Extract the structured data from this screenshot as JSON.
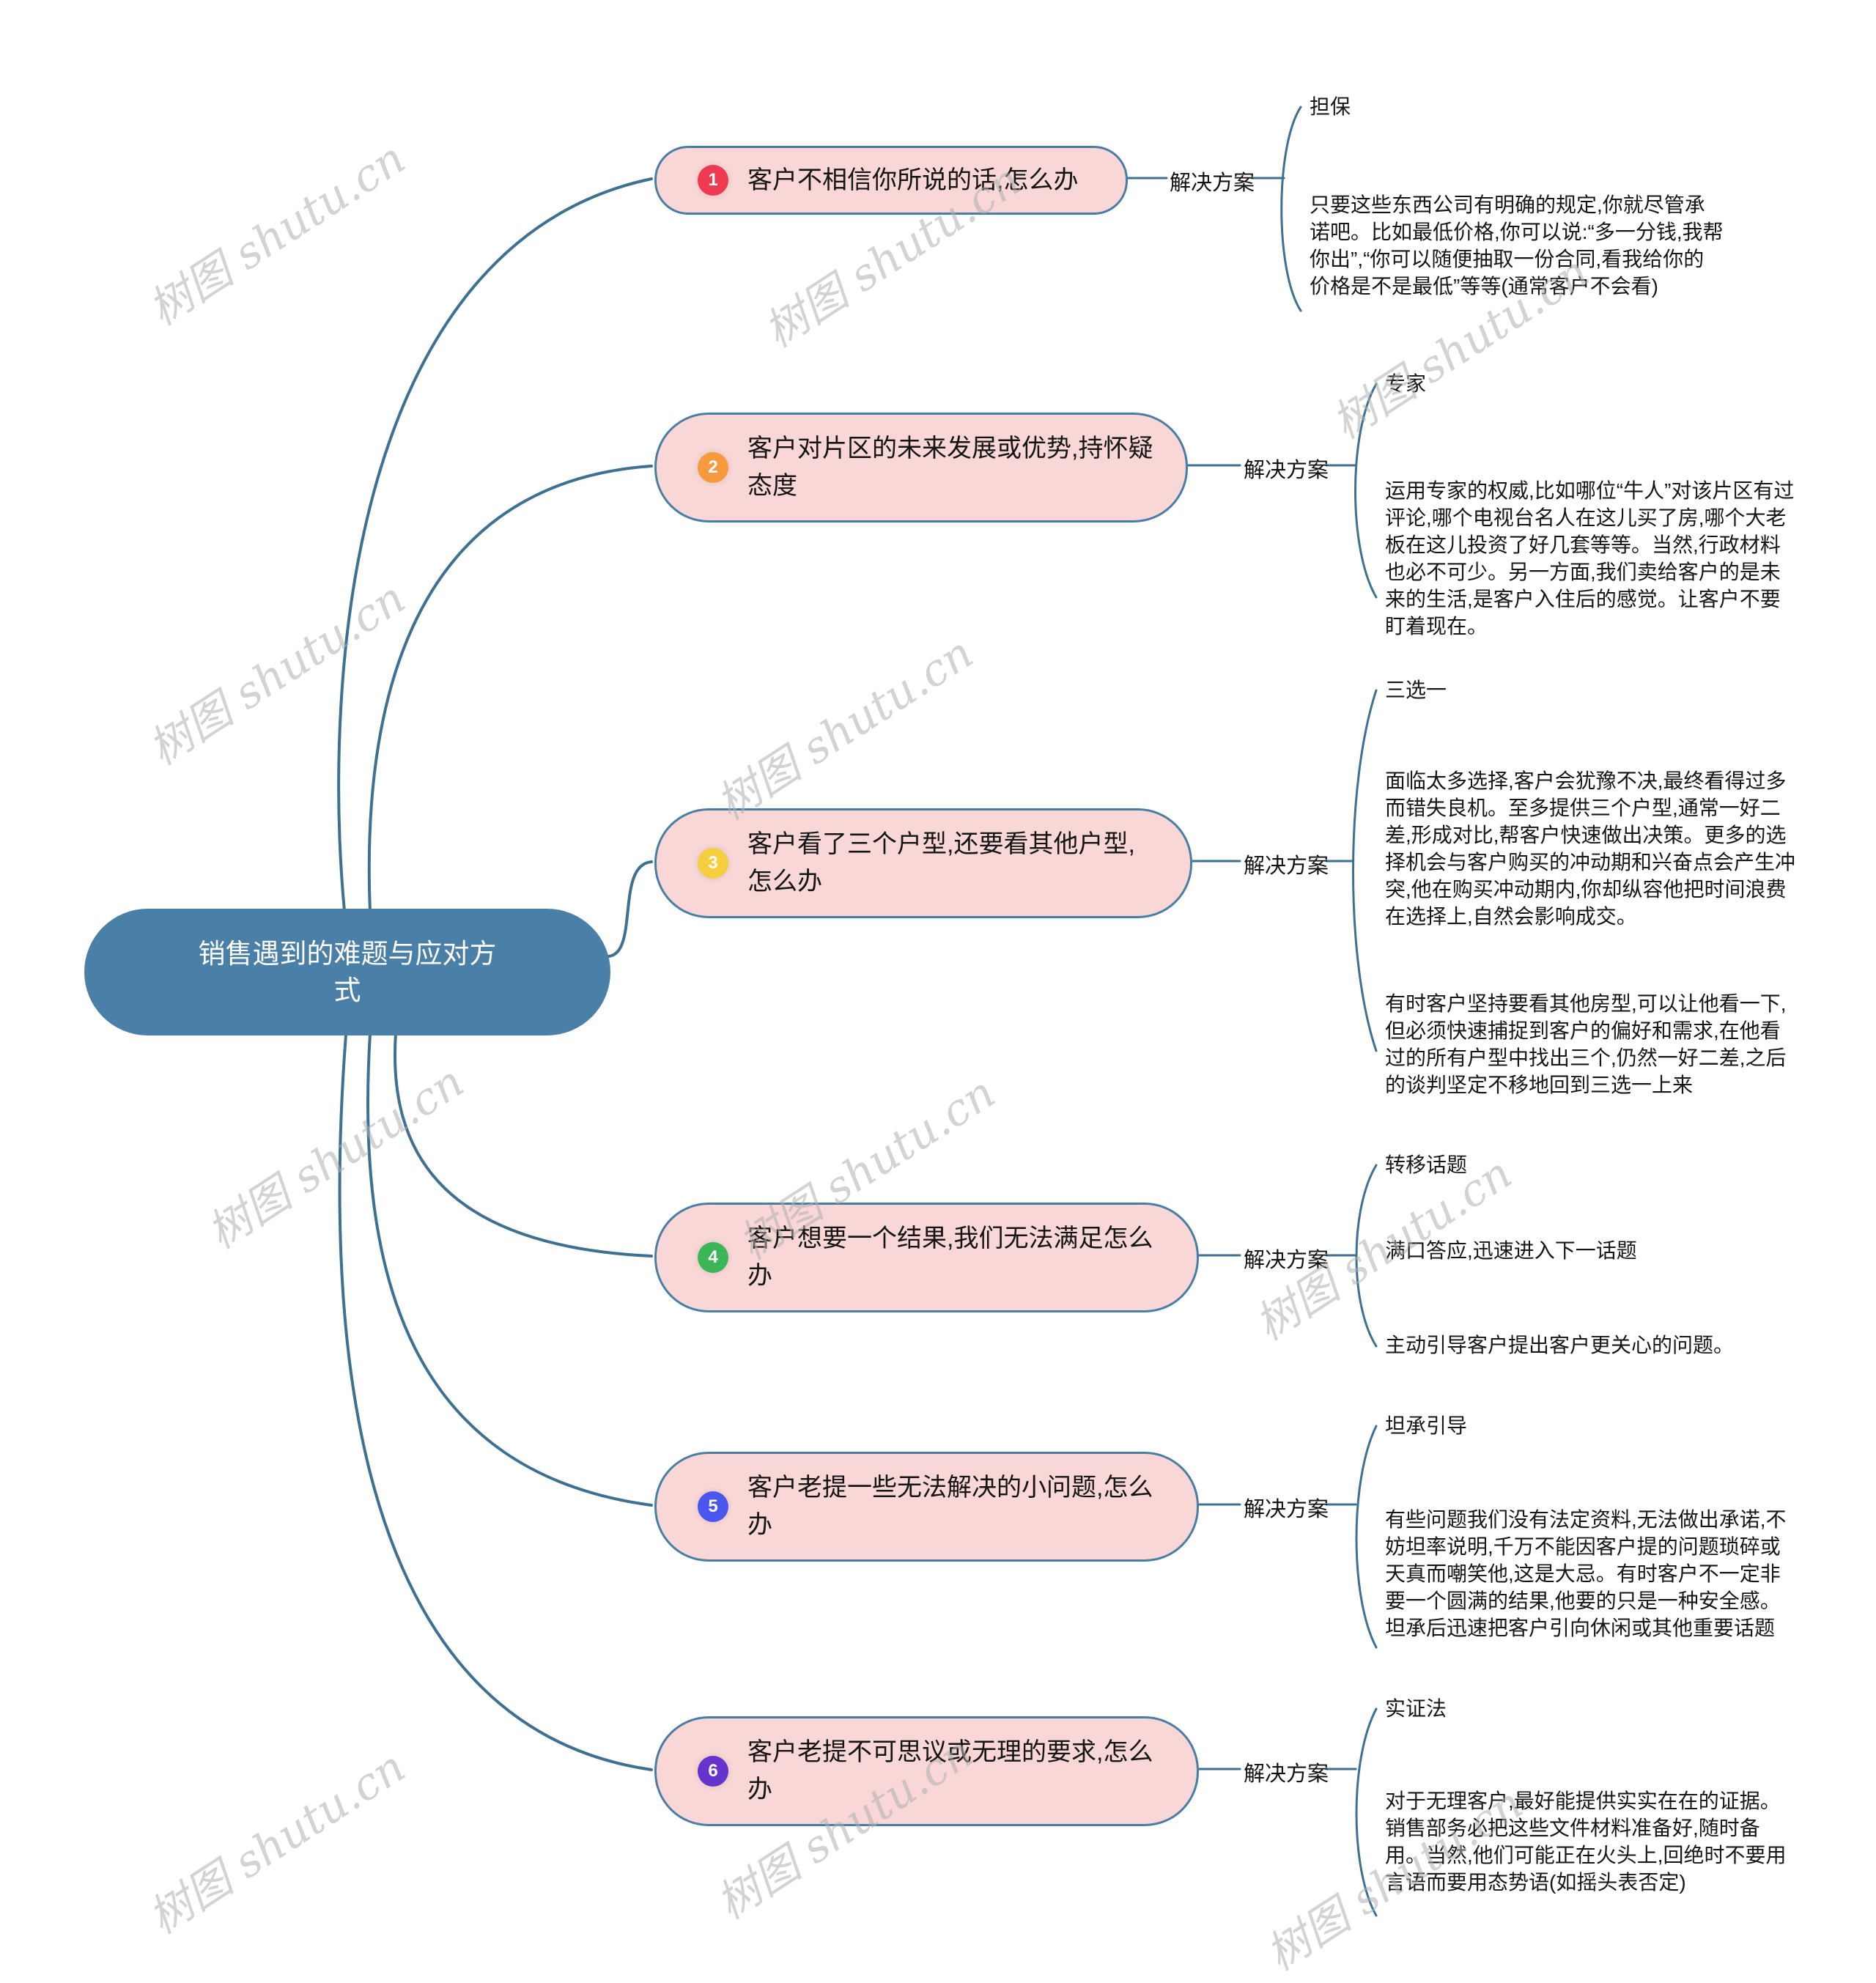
{
  "watermark": "树图 shutu.cn",
  "root": {
    "title": "销售遇到的难题与应对方式"
  },
  "solution_label": "解决方案",
  "colors": {
    "node_blue": "#4a80a7",
    "branch_pink": "#f9d7d7",
    "line_blue": "#3e7092"
  },
  "branches": [
    {
      "num": "1",
      "badge_color": "#ee3b52",
      "question": "客户不相信你所说的话,怎么办",
      "solutions": [
        "担保",
        "只要这些东西公司有明确的规定,你就尽管承诺吧。比如最低价格,你可以说:“多一分钱,我帮你出”,“你可以随便抽取一份合同,看我给你的价格是不是最低”等等(通常客户不会看)"
      ]
    },
    {
      "num": "2",
      "badge_color": "#f79a3e",
      "question": "客户对片区的未来发展或优势,持怀疑态度",
      "solutions": [
        "专家",
        "运用专家的权威,比如哪位“牛人”对该片区有过评论,哪个电视台名人在这儿买了房,哪个大老板在这儿投资了好几套等等。当然,行政材料也必不可少。另一方面,我们卖给客户的是未来的生活,是客户入住后的感觉。让客户不要盯着现在。"
      ]
    },
    {
      "num": "3",
      "badge_color": "#f6cf3f",
      "question": "客户看了三个户型,还要看其他户型,怎么办",
      "solutions": [
        "三选一",
        "面临太多选择,客户会犹豫不决,最终看得过多而错失良机。至多提供三个户型,通常一好二差,形成对比,帮客户快速做出决策。更多的选择机会与客户购买的冲动期和兴奋点会产生冲突,他在购买冲动期内,你却纵容他把时间浪费在选择上,自然会影响成交。",
        "有时客户坚持要看其他房型,可以让他看一下,但必须快速捕捉到客户的偏好和需求,在他看过的所有户型中找出三个,仍然一好二差,之后的谈判坚定不移地回到三选一上来"
      ]
    },
    {
      "num": "4",
      "badge_color": "#3cb558",
      "question": "客户想要一个结果,我们无法满足怎么办",
      "solutions": [
        "转移话题",
        "满口答应,迅速进入下一话题",
        "主动引导客户提出客户更关心的问题。"
      ]
    },
    {
      "num": "5",
      "badge_color": "#4a56ee",
      "question": "客户老提一些无法解决的小问题,怎么办",
      "solutions": [
        "坦承引导",
        "有些问题我们没有法定资料,无法做出承诺,不妨坦率说明,千万不能因客户提的问题琐碎或天真而嘲笑他,这是大忌。有时客户不一定非要一个圆满的结果,他要的只是一种安全感。坦承后迅速把客户引向休闲或其他重要话题"
      ]
    },
    {
      "num": "6",
      "badge_color": "#6633cc",
      "question": "客户老提不可思议或无理的要求,怎么办",
      "solutions": [
        "实证法",
        "对于无理客户,最好能提供实实在在的证据。销售部务必把这些文件材料准备好,随时备用。当然,他们可能正在火头上,回绝时不要用言语而要用态势语(如摇头表否定)"
      ]
    }
  ]
}
